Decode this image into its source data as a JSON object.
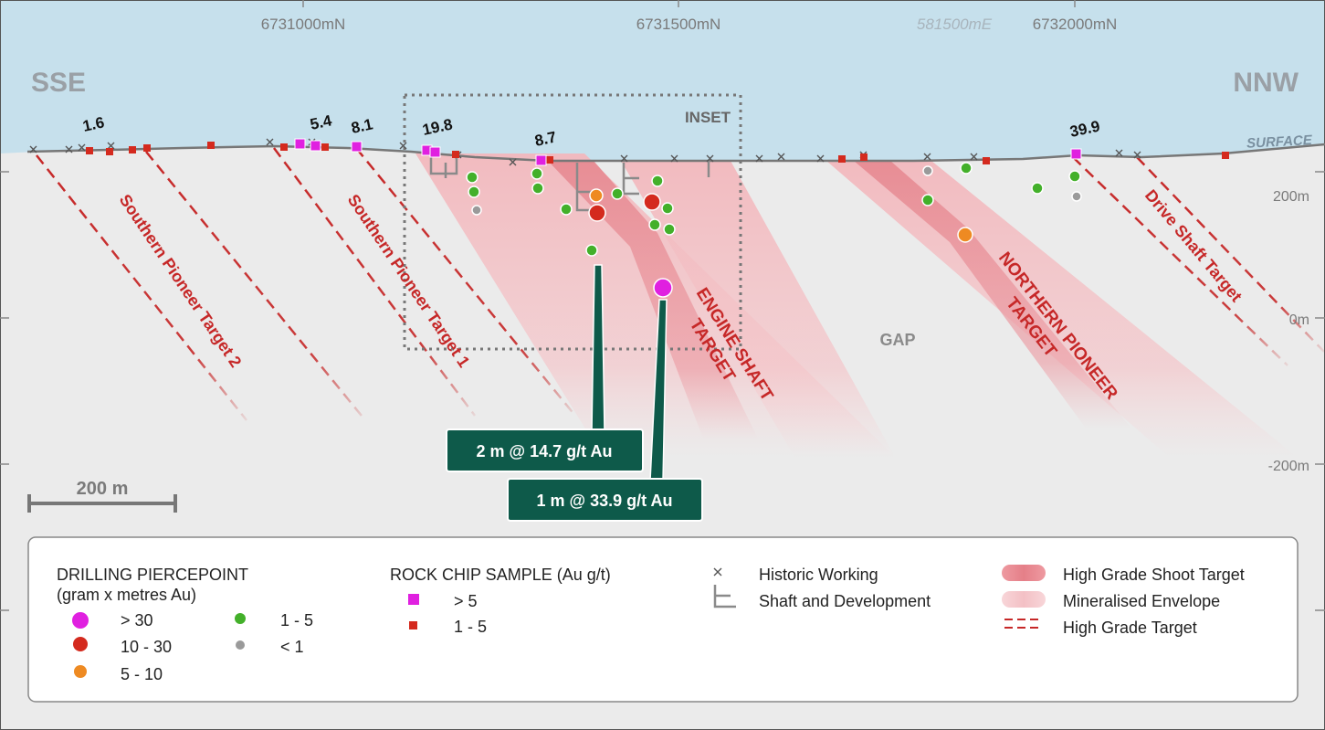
{
  "section": {
    "orientation_left": "SSE",
    "orientation_right": "NNW",
    "northing_labels": [
      "6731000mN",
      "6731500mN",
      "6732000mN"
    ],
    "easting_label": "581500mE",
    "elevation_labels": [
      "200m",
      "0m",
      "-200m"
    ],
    "surface_label": "SURFACE",
    "inset_label": "INSET",
    "gap_label": "GAP",
    "scale_label": "200 m"
  },
  "values": [
    "1.6",
    "5.4",
    "8.1",
    "19.8",
    "8.7",
    "39.9"
  ],
  "targets": {
    "southern_pioneer_2": "Southern Pioneer Target 2",
    "southern_pioneer_1": "Southern Pioneer Target 1",
    "engine_shaft_line1": "ENGINE SHAFT",
    "engine_shaft_line2": "TARGET",
    "northern_pioneer_line1": "NORTHERN PIONEER",
    "northern_pioneer_line2": "TARGET",
    "drive_shaft": "Drive Shaft Target"
  },
  "callouts": [
    "2 m @ 14.7 g/t Au",
    "1 m @ 33.9 g/t Au"
  ],
  "legend": {
    "drilling_title_1": "DRILLING PIERCEPOINT",
    "drilling_title_2": "(gram x metres Au)",
    "drilling_items": [
      "> 30",
      "10 - 30",
      "5 - 10",
      "1 - 5",
      "< 1"
    ],
    "rock_title": "ROCK CHIP SAMPLE (Au g/t)",
    "rock_items": [
      "> 5",
      "1 - 5"
    ],
    "symbols": [
      "Historic Working",
      "Shaft and Development"
    ],
    "zones": [
      "High Grade Shoot Target",
      "Mineralised Envelope",
      "High Grade Target"
    ]
  },
  "colors": {
    "sky": "#c6e0ec",
    "ground": "#ebebeb",
    "target_red": "#c62828",
    "drill_gt30": "#e020e0",
    "drill_10_30": "#d42a1e",
    "drill_5_10": "#ee8a22",
    "drill_1_5": "#43b02a",
    "drill_lt1": "#9a9a9a",
    "callout_bg": "#0e5a4a"
  }
}
